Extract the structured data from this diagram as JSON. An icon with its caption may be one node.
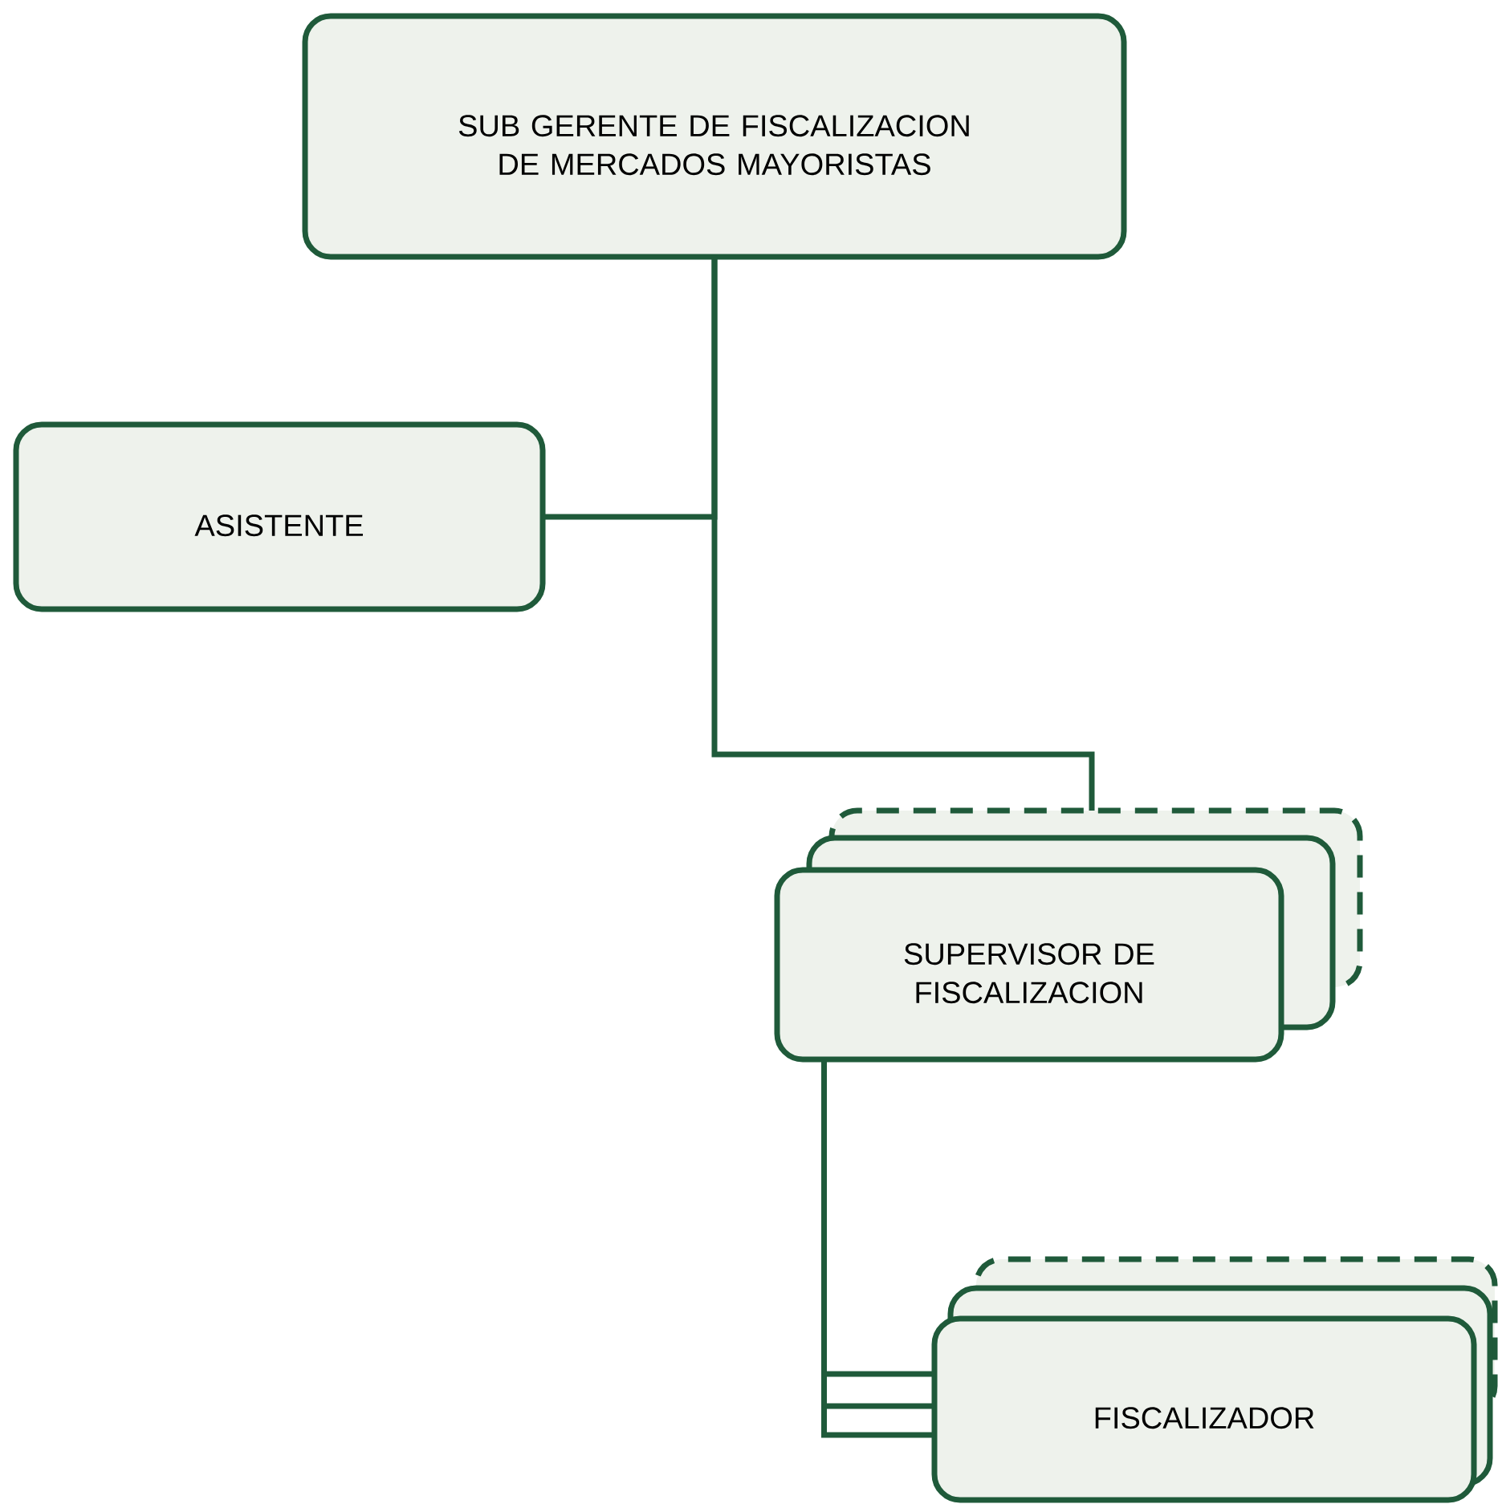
{
  "diagram": {
    "nodes": [
      {
        "text": [
          "SUB GERENTE DE FISCALIZACION DE MERCADOS MAYORISTAS"
        ]
      },
      {
        "text": [
          "ASISTENTE"
        ]
      },
      {
        "text": [
          "SUPERVISOR DE FISCALIZACION"
        ]
      },
      {
        "text": [
          "FISCALIZADOR"
        ]
      }
    ],
    "edges": [
      {
        "from": 0,
        "to": 1,
        "arrow": "none"
      },
      {
        "from": 0,
        "to": 2,
        "arrow": "none"
      },
      {
        "from": 2,
        "to": 3,
        "arrow": "none"
      },
      {
        "from": 2,
        "to": 3,
        "arrow": "none"
      },
      {
        "from": 2,
        "to": 3,
        "arrow": "none"
      }
    ]
  }
}
